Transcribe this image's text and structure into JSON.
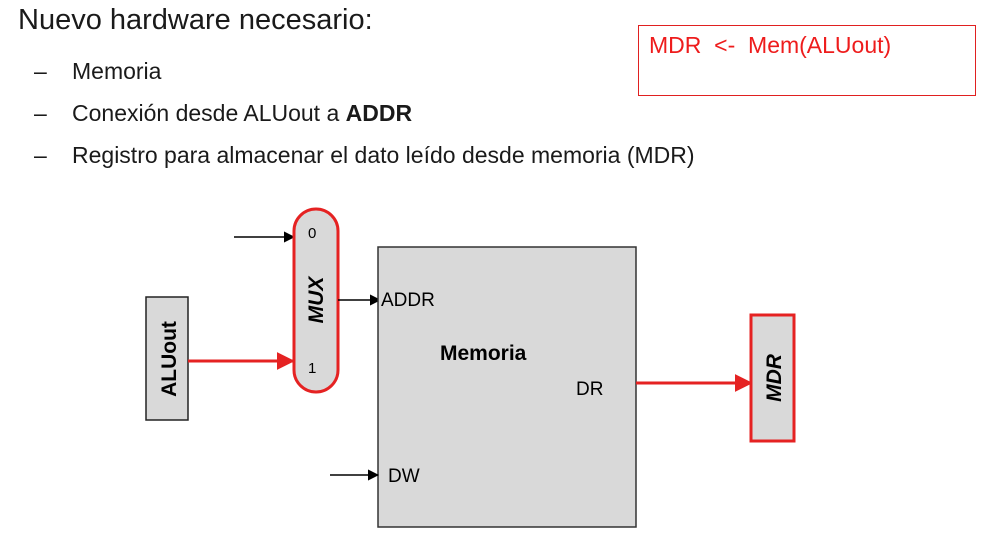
{
  "heading": "Nuevo hardware necesario:",
  "bullets": [
    {
      "dash": "–",
      "text": "Memoria",
      "bold": ""
    },
    {
      "dash": "–",
      "text": "Conexión desde ALUout a ",
      "bold": "ADDR"
    },
    {
      "dash": "–",
      "text": "Registro para almacenar el dato leído desde memoria (MDR)",
      "bold": ""
    }
  ],
  "rtl": "MDR  <-  Mem(ALUout)",
  "diagram": {
    "aluout_label": "ALUout",
    "mux_label": "MUX",
    "mux_input_0": "0",
    "mux_input_1": "1",
    "memory_label": "Memoria",
    "addr_label": "ADDR",
    "dr_label": "DR",
    "dw_label": "DW",
    "mdr_label": "MDR"
  },
  "colors": {
    "highlight": "#e52222",
    "box_fill": "#d9d9d9",
    "line": "#000000"
  }
}
